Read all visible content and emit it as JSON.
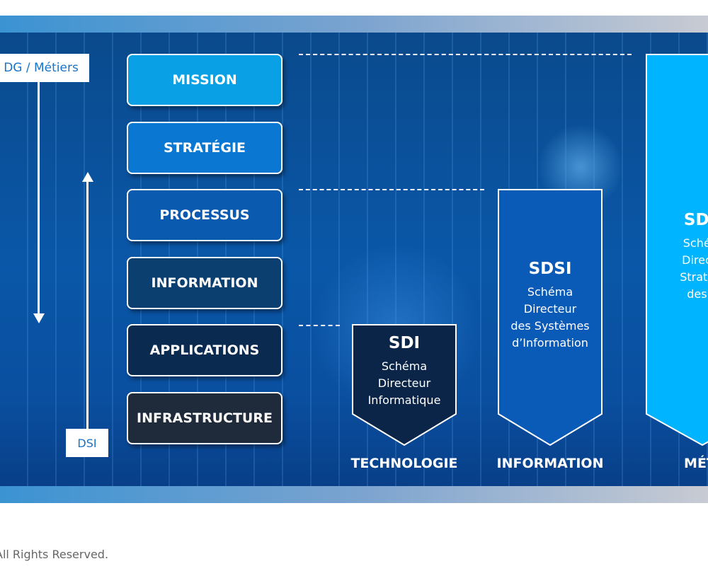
{
  "left_axis": {
    "top_label": "DG / Métiers",
    "bottom_label": "DSI"
  },
  "layers": [
    {
      "label": "MISSION",
      "color": "#0aa0e6"
    },
    {
      "label": "STRATÉGIE",
      "color": "#0a78d2"
    },
    {
      "label": "PROCESSUS",
      "color": "#0a5bb0"
    },
    {
      "label": "INFORMATION",
      "color": "#0a3f70"
    },
    {
      "label": "APPLICATIONS",
      "color": "#0a2a50"
    },
    {
      "label": "INFRASTRUCTURE",
      "color": "#1f2a3a"
    }
  ],
  "banners": [
    {
      "title": "SDI",
      "lines": [
        "Schéma",
        "Directeur",
        "Informatique"
      ],
      "category": "TECHNOLOGIE",
      "color": "#0a2547"
    },
    {
      "title": "SDSI",
      "lines": [
        "Schéma",
        "Directeur",
        "des Systèmes",
        "d’Information"
      ],
      "category": "INFORMATION",
      "color": "#0a5ab8"
    },
    {
      "title": "SDS",
      "lines": [
        "Schém",
        "Directe",
        "Stratégi",
        "des S"
      ],
      "category": "MÉTI",
      "color": "#00b4ff"
    }
  ],
  "footer": "All Rights Reserved."
}
